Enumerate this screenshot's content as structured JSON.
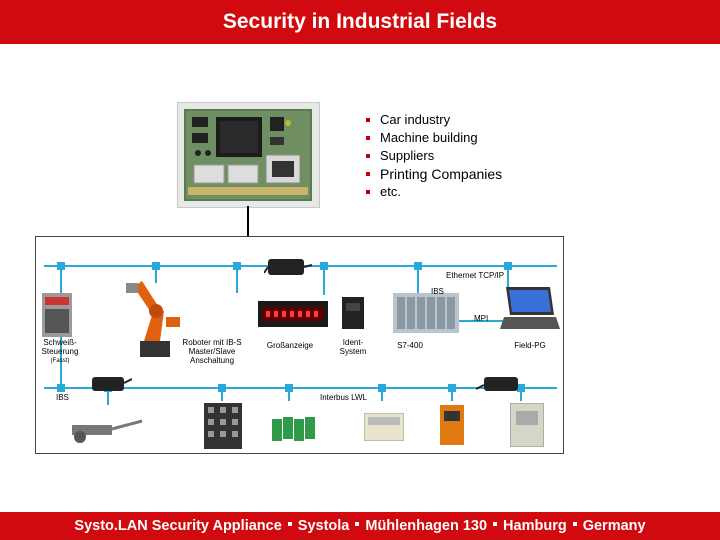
{
  "title": "Security in Industrial Fields",
  "bullets": [
    "Car industry",
    "Machine building",
    "Suppliers",
    "Printing Companies",
    "etc."
  ],
  "diagram": {
    "labels": {
      "ethernet": "Ethernet TCP/IP",
      "ibs_top": "IBS",
      "mpi": "MPI",
      "schweiss_1": "Schweiß-",
      "schweiss_2": "Steuerung",
      "schweiss_3": "(Fasst)",
      "roboter_1": "Roboter mit IB-S",
      "roboter_2": "Master/Slave",
      "roboter_3": "Anschaltung",
      "grossanzeige": "Großanzeige",
      "ident_1": "Ident-",
      "ident_2": "System",
      "s7": "S7-400",
      "fieldpg": "Field-PG",
      "ibs_bottom": "IBS",
      "interbus": "Interbus LWL"
    }
  },
  "footer": {
    "parts": [
      "Systo.LAN Security Appliance",
      "Systola",
      "Mühlenhagen 130",
      "Hamburg",
      "Germany"
    ]
  },
  "colors": {
    "brand_red": "#d10a0f",
    "bus_blue": "#29a9d9"
  }
}
